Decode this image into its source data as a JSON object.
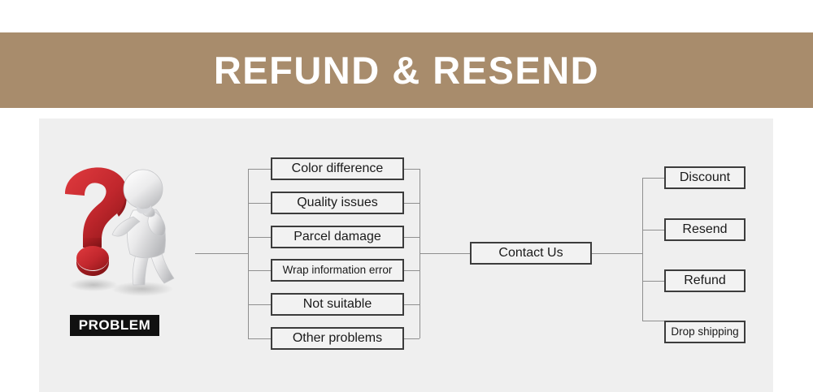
{
  "banner": {
    "title": "REFUND & RESEND",
    "bg_color": "#a88c6c",
    "text_color": "#ffffff"
  },
  "panel": {
    "bg_color": "#efefef"
  },
  "diagram": {
    "type": "flowchart",
    "source": {
      "icon": "question-mark-thinker-icon",
      "label": "PROBLEM",
      "label_bg_color": "#111111",
      "label_text_color": "#ffffff",
      "accent_color": "#c1272d"
    },
    "problem_reasons": [
      {
        "label": "Color difference",
        "size": "lg"
      },
      {
        "label": "Quality issues",
        "size": "lg"
      },
      {
        "label": "Parcel damage",
        "size": "lg"
      },
      {
        "label": "Wrap information error",
        "size": "sm"
      },
      {
        "label": "Not suitable",
        "size": "lg"
      },
      {
        "label": "Other problems",
        "size": "lg"
      }
    ],
    "hub": {
      "label": "Contact Us",
      "size": "lg"
    },
    "resolutions": [
      {
        "label": "Discount",
        "size": "lg"
      },
      {
        "label": "Resend",
        "size": "lg"
      },
      {
        "label": "Refund",
        "size": "lg"
      },
      {
        "label": "Drop shipping",
        "size": "sm"
      }
    ],
    "box_border_color": "#3c3c3c",
    "box_fill_color": "#f2f2f2",
    "connector_color": "#8f8f8f"
  }
}
